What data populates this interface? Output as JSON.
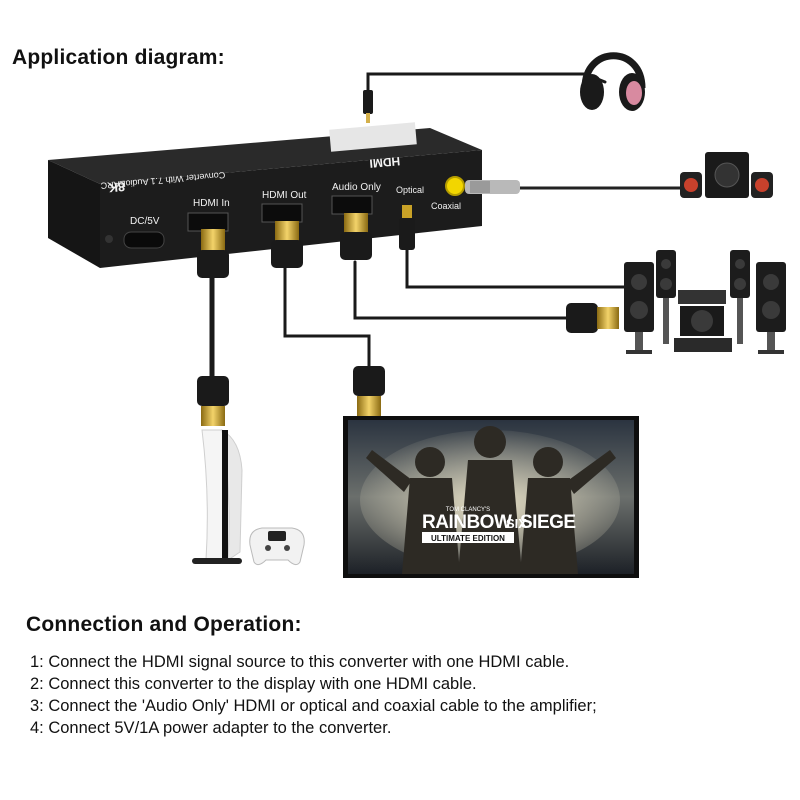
{
  "header": {
    "title": "Application diagram:"
  },
  "device": {
    "ports": {
      "power": "DC/5V",
      "hdmi_in": "HDMI In",
      "hdmi_out": "HDMI Out",
      "audio_only": "Audio Only",
      "optical": "Optical",
      "coaxial": "Coaxial"
    },
    "top_badge": "8K",
    "top_model": "Converter With 7.1 AudioEARC",
    "top_logo": "HDMI"
  },
  "screen": {
    "game_brand": "TOM CLANCY'S",
    "game_title_left": "RAINBOW",
    "game_title_six": "SIX",
    "game_title_right": "SIEGE",
    "game_edition": "ULTIMATE EDITION"
  },
  "connection": {
    "title": "Connection and Operation:",
    "steps": [
      "1: Connect the HDMI signal source to this converter with one HDMI cable.",
      "2: Connect this converter to the display with one HDMI cable.",
      "3: Connect the 'Audio Only' HDMI or optical and coaxial cable to the amplifier;",
      "4: Connect 5V/1A power adapter to the converter."
    ]
  },
  "colors": {
    "device_body": "#1c1c1c",
    "cable": "#1a1a1a",
    "gold": "#c9a227",
    "coax_yellow": "#f2d600",
    "headphone_pink": "#d88aa0"
  },
  "icons": [
    "headphones-icon",
    "pc-speakers-icon",
    "surround-speakers-icon",
    "game-console-icon",
    "controller-icon",
    "tv-display-icon"
  ]
}
